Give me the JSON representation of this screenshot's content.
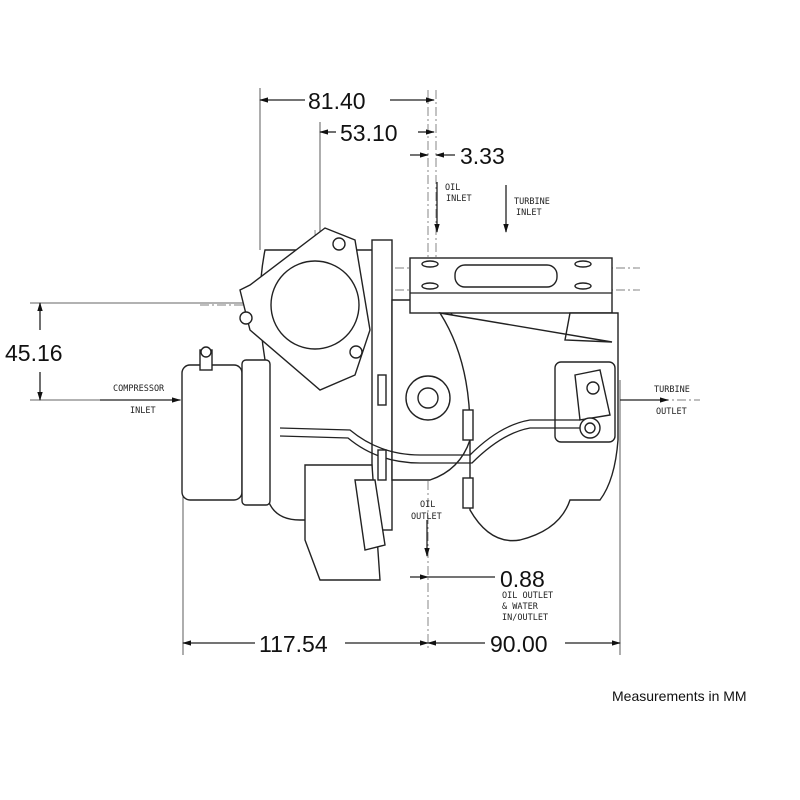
{
  "dimensions": {
    "d1": "81.40",
    "d2": "53.10",
    "d3": "3.33",
    "d4": "45.16",
    "d5": "0.88",
    "d6": "117.54",
    "d7": "90.00"
  },
  "labels": {
    "compressor_inlet": [
      "COMPRESSOR",
      "INLET"
    ],
    "oil_inlet": [
      "OIL",
      "INLET"
    ],
    "turbine_inlet": [
      "TURBINE",
      "INLET"
    ],
    "turbine_outlet": [
      "TURBINE",
      "OUTLET"
    ],
    "oil_outlet": [
      "OIL",
      "OUTLET"
    ],
    "oil_outlet_water": [
      "OIL OUTLET",
      "& WATER",
      "IN/OUTLET"
    ]
  },
  "note": "Measurements in MM"
}
